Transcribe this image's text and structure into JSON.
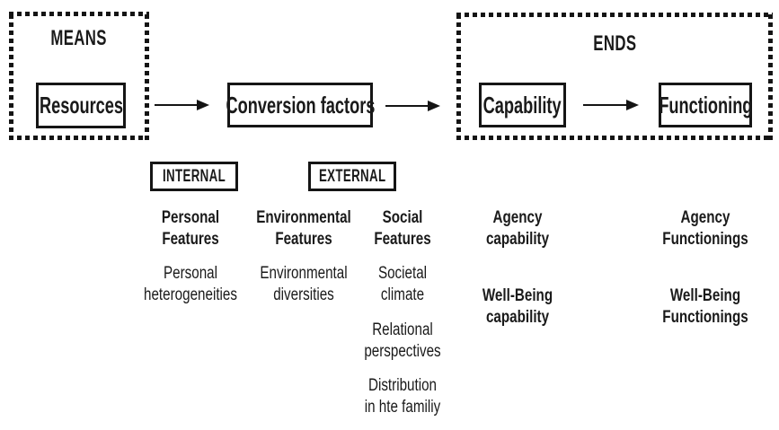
{
  "frames": {
    "means_label": "MEANS",
    "ends_label": "ENDS"
  },
  "nodes": {
    "resources": "Resources",
    "conversion_factors": "Conversion factors",
    "capability": "Capability",
    "functioning": "Functioning"
  },
  "tags": {
    "internal": "INTERNAL",
    "external": "EXTERNAL"
  },
  "columns": [
    {
      "name": "personal",
      "header": [
        "Personal",
        "Features"
      ],
      "items": [
        [
          "Personal",
          "heterogeneities"
        ]
      ]
    },
    {
      "name": "environmental",
      "header": [
        "Environmental",
        "Features"
      ],
      "items": [
        [
          "Environmental",
          "diversities"
        ]
      ]
    },
    {
      "name": "social",
      "header": [
        "Social",
        "Features"
      ],
      "items": [
        [
          "Societal",
          "climate"
        ],
        [
          "Relational",
          "perspectives"
        ],
        [
          "Distribution",
          "in hte familiy"
        ]
      ]
    },
    {
      "name": "capability",
      "header": [
        "Agency",
        "capability"
      ],
      "items": [
        [
          "Well-Being",
          "capability"
        ]
      ]
    },
    {
      "name": "functioning",
      "header": [
        "Agency",
        "Functionings"
      ],
      "items": [
        [
          "Well-Being",
          "Functionings"
        ]
      ]
    }
  ],
  "colors": {
    "ink": "#1a1a1a",
    "background": "#ffffff"
  }
}
